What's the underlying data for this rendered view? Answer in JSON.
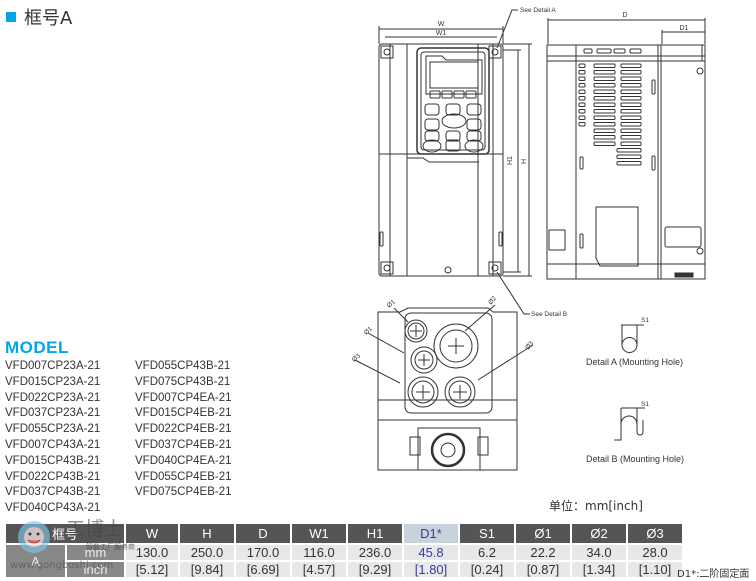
{
  "header": {
    "title": "框号A",
    "accent": "#00a6e6"
  },
  "drawing": {
    "labels": {
      "w": "W",
      "w1": "W1",
      "h": "H",
      "h1": "H1",
      "d": "D",
      "d1": "D1",
      "see_detail_a": "See Detail A",
      "see_detail_b": "See Detail B",
      "phi1": "Ø1",
      "phi2": "Ø2",
      "phi3": "Ø3",
      "s1": "S1",
      "detail_a": "Detail A (Mounting Hole)",
      "detail_b": "Detail B (Mounting Hole)"
    }
  },
  "models": {
    "heading": "MODEL",
    "items": [
      "VFD007CP23A-21",
      "VFD015CP23A-21",
      "VFD022CP23A-21",
      "VFD037CP23A-21",
      "VFD055CP23A-21",
      "VFD007CP43A-21",
      "VFD015CP43B-21",
      "VFD022CP43B-21",
      "VFD037CP43B-21",
      "VFD040CP43A-21",
      "VFD055CP43B-21",
      "VFD075CP43B-21",
      "VFD007CP4EA-21",
      "VFD015CP4EB-21",
      "VFD022CP4EB-21",
      "VFD037CP4EB-21",
      "VFD040CP4EA-21",
      "VFD055CP4EB-21",
      "VFD075CP4EB-21"
    ]
  },
  "table": {
    "unit": "单位：mm[inch]",
    "header_frame": "框号",
    "columns": [
      "W",
      "H",
      "D",
      "W1",
      "H1",
      "D1*",
      "S1",
      "Ø1",
      "Ø2",
      "Ø3"
    ],
    "frame": "A",
    "rows": [
      {
        "unit": "mm",
        "values": [
          "130.0",
          "250.0",
          "170.0",
          "116.0",
          "236.0",
          "45.8",
          "6.2",
          "22.2",
          "34.0",
          "28.0"
        ]
      },
      {
        "unit": "inch",
        "values": [
          "[5.12]",
          "[9.84]",
          "[6.69]",
          "[4.57]",
          "[9.29]",
          "[1.80]",
          "[0.24]",
          "[0.87]",
          "[1.34]",
          "[1.10]"
        ]
      }
    ],
    "note": "D1*:二阶固定面"
  },
  "watermark": {
    "text": "工博士",
    "sub": "智能工厂服务商",
    "url": "www.gongboshi.com"
  }
}
